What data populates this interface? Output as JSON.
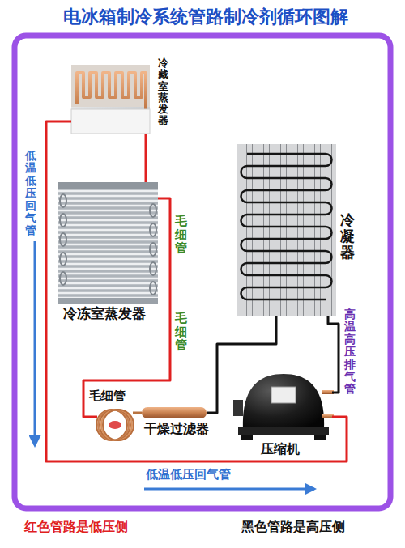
{
  "diagram": {
    "title": "电冰箱制冷系统管路制冷剂循环图解",
    "nodes": [
      {
        "text": [
          "冷藏室蒸发器"
        ]
      },
      {
        "text": [
          "冷凝器"
        ]
      },
      {
        "text": [
          "冷冻室蒸发器"
        ]
      },
      {
        "text": [
          "毛细管"
        ]
      },
      {
        "text": [
          "干燥过滤器"
        ]
      },
      {
        "text": [
          "压缩机"
        ]
      }
    ],
    "edges": [
      {
        "from": 5,
        "to": 1,
        "arrow": "none",
        "label": "高温高压排气管"
      },
      {
        "from": 1,
        "to": 4,
        "arrow": "none"
      },
      {
        "from": 4,
        "to": 3,
        "arrow": "none"
      },
      {
        "from": 3,
        "to": 2,
        "arrow": "none",
        "label": "毛细管"
      },
      {
        "from": 2,
        "to": 0,
        "arrow": "none"
      },
      {
        "from": 0,
        "to": 5,
        "arrow": "none",
        "label": "低温低压回气管"
      }
    ],
    "labels": [
      "低温低压回气管",
      "毛细管",
      "红色管路是低压侧",
      "黑色管路是高压侧"
    ]
  }
}
